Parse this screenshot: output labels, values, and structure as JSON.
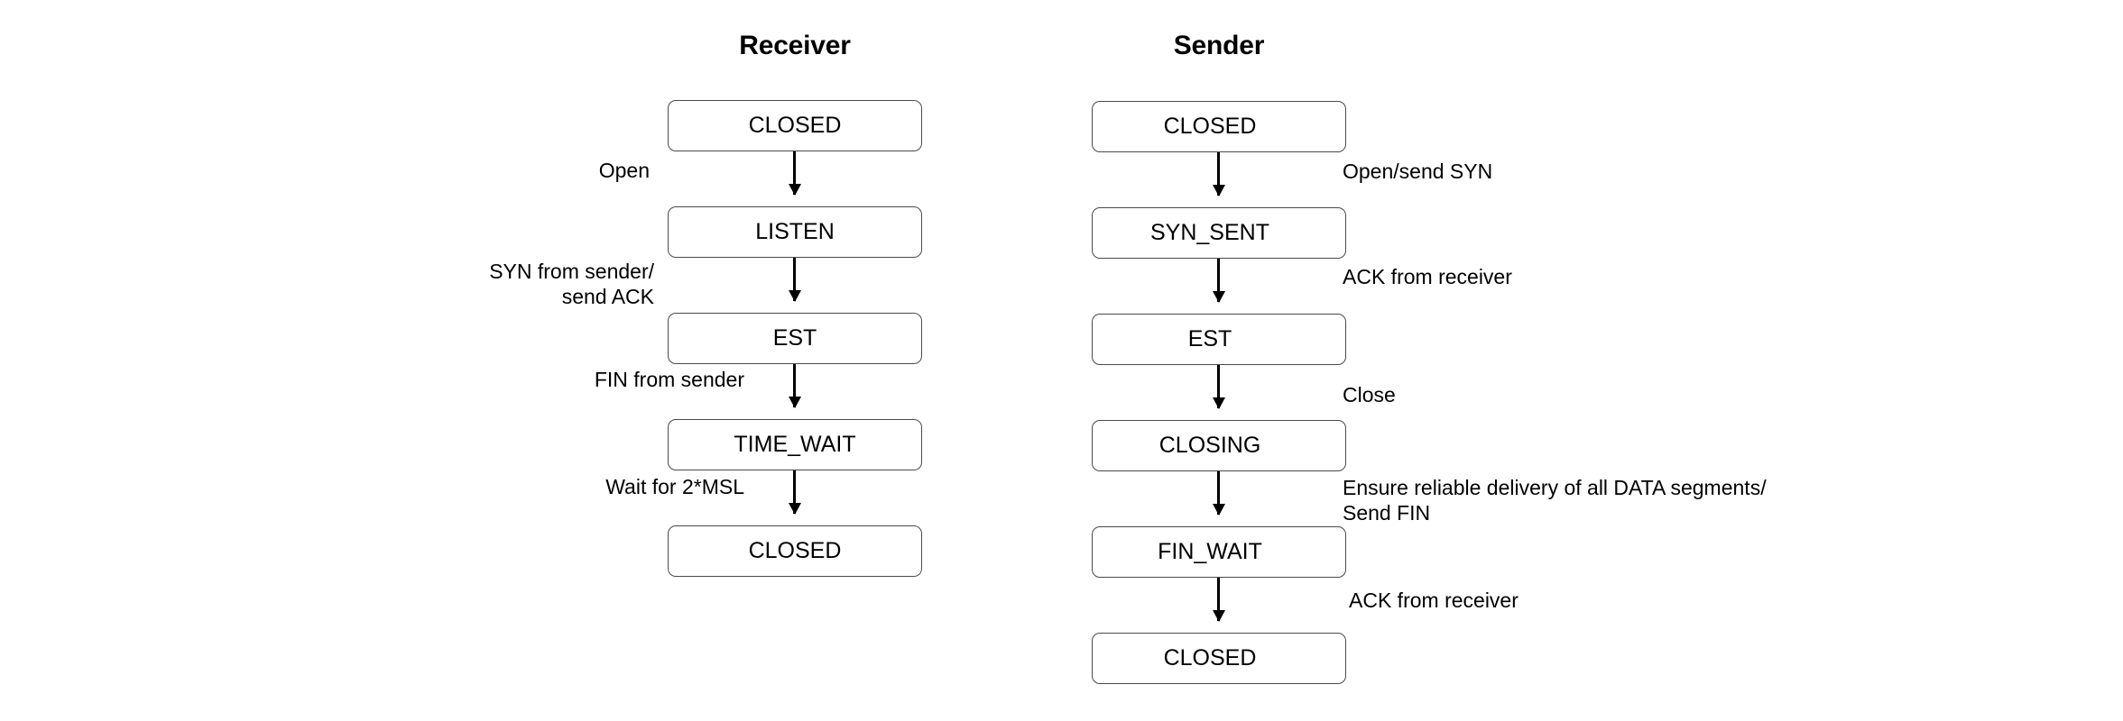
{
  "diagram": {
    "title_receiver": "Receiver",
    "title_sender": "Sender"
  },
  "receiver": {
    "header": "Receiver",
    "states": [
      {
        "label": "CLOSED"
      },
      {
        "label": "LISTEN"
      },
      {
        "label": "EST"
      },
      {
        "label": "TIME_WAIT"
      },
      {
        "label": "CLOSED"
      }
    ],
    "transitions": [
      {
        "label": "Open"
      },
      {
        "label": "SYN from sender/\nsend ACK"
      },
      {
        "label": "FIN from sender"
      },
      {
        "label": "Wait for 2*MSL"
      }
    ]
  },
  "sender": {
    "header": "Sender",
    "states": [
      {
        "label": "CLOSED"
      },
      {
        "label": "SYN_SENT"
      },
      {
        "label": "EST"
      },
      {
        "label": "CLOSING"
      },
      {
        "label": "FIN_WAIT"
      },
      {
        "label": "CLOSED"
      }
    ],
    "transitions": [
      {
        "label": "Open/send SYN"
      },
      {
        "label": "ACK from receiver"
      },
      {
        "label": "Close"
      },
      {
        "label": "Ensure reliable delivery of all DATA segments/\nSend FIN"
      },
      {
        "label": "ACK from receiver"
      }
    ]
  },
  "colors": {
    "background": "#ffffff",
    "box_border": "#4a4a4a",
    "arrow": "#000000",
    "text": "#000000"
  }
}
